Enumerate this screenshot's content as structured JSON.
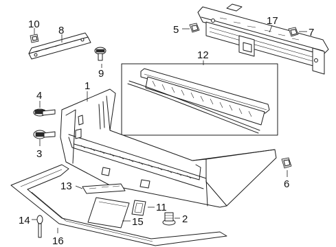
{
  "diagram": {
    "type": "exploded-parts-diagram",
    "callouts": [
      {
        "id": "c1",
        "label": "1",
        "part": "bumper-cover"
      },
      {
        "id": "c2",
        "label": "2",
        "part": "push-pin-clip"
      },
      {
        "id": "c3",
        "label": "3",
        "part": "screw"
      },
      {
        "id": "c4",
        "label": "4",
        "part": "bolt"
      },
      {
        "id": "c5",
        "label": "5",
        "part": "nut-clip-left"
      },
      {
        "id": "c6",
        "label": "6",
        "part": "nut-clip-side"
      },
      {
        "id": "c7",
        "label": "7",
        "part": "nut-clip-right"
      },
      {
        "id": "c8",
        "label": "8",
        "part": "mounting-bracket"
      },
      {
        "id": "c9",
        "label": "9",
        "part": "bracket-bolt"
      },
      {
        "id": "c10",
        "label": "10",
        "part": "retainer-clip"
      },
      {
        "id": "c11",
        "label": "11",
        "part": "cover-cap"
      },
      {
        "id": "c12",
        "label": "12",
        "part": "step-pad-assembly"
      },
      {
        "id": "c13",
        "label": "13",
        "part": "license-lamp-bracket"
      },
      {
        "id": "c14",
        "label": "14",
        "part": "push-rivet"
      },
      {
        "id": "c15",
        "label": "15",
        "part": "hitch-cover"
      },
      {
        "id": "c16",
        "label": "16",
        "part": "lower-valance"
      },
      {
        "id": "c17",
        "label": "17",
        "part": "impact-bar"
      }
    ]
  }
}
